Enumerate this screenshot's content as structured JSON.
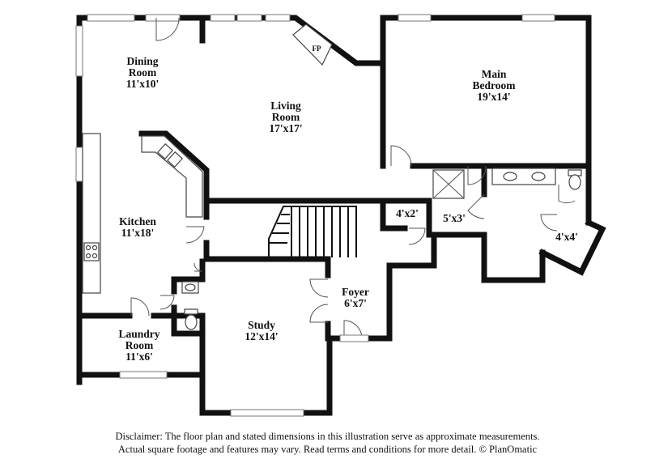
{
  "rooms": {
    "dining": {
      "name_line1": "Dining",
      "name_line2": "Room",
      "size": "11'x10'"
    },
    "living": {
      "name_line1": "Living",
      "name_line2": "Room",
      "size": "17'x17'"
    },
    "main_bed": {
      "name_line1": "Main",
      "name_line2": "Bedroom",
      "size": "19'x14'"
    },
    "kitchen": {
      "name_line1": "Kitchen",
      "size": "11'x18'"
    },
    "laundry": {
      "name_line1": "Laundry",
      "name_line2": "Room",
      "size": "11'x6'"
    },
    "study": {
      "name_line1": "Study",
      "size": "12'x14'"
    },
    "foyer": {
      "name_line1": "Foyer",
      "size": "6'x7'"
    },
    "closet_a": {
      "size": "4'x2'"
    },
    "bath": {
      "size": "5'x3'"
    },
    "closet_b": {
      "size": "4'x4'"
    }
  },
  "fireplace": {
    "label": "FP"
  },
  "disclaimer": {
    "line1": "Disclaimer: The floor plan and stated dimensions in this illustration serve as approximate measurements.",
    "line2": "Actual square footage and features may vary. Read terms and conditions for more detail. © PlanOmatic"
  }
}
